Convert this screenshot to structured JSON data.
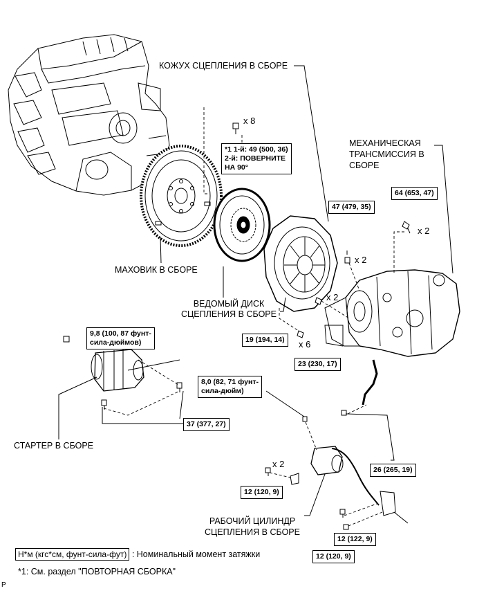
{
  "labels": {
    "clutch_cover": "КОЖУХ СЦЕПЛЕНИЯ В СБОРЕ",
    "transmission_l1": "МЕХАНИЧЕСКАЯ",
    "transmission_l2": "ТРАНСМИССИЯ В",
    "transmission_l3": "СБОРЕ",
    "flywheel": "МАХОВИК В СБОРЕ",
    "clutch_disc_l1": "ВЕДОМЫЙ ДИСК",
    "clutch_disc_l2": "СЦЕПЛЕНИЯ В СБОРЕ",
    "starter": "СТАРТЕР В СБОРЕ",
    "release_cyl_l1": "РАБОЧИЙ ЦИЛИНДР",
    "release_cyl_l2": "СЦЕПЛЕНИЯ В СБОРЕ"
  },
  "torque_specs": {
    "flywheel_bolt_l1": "*1 1-й: 49 (500, 36)",
    "flywheel_bolt_l2": "2-й: ПОВЕРНИТЕ",
    "flywheel_bolt_l3": "НА 90°",
    "t47": "47 (479, 35)",
    "t64": "64 (653, 47)",
    "t19": "19 (194, 14)",
    "t23": "23 (230, 17)",
    "t98_l1": "9,8 (100, 87 фунт-",
    "t98_l2": "сила-дюймов)",
    "t80_l1": "8,0 (82, 71 фунт-",
    "t80_l2": "сила-дюйм)",
    "t37": "37 (377, 27)",
    "t26": "26 (265, 19)",
    "t12a": "12 (120, 9)",
    "t12b": "12 (122, 9)",
    "t12c": "12 (120, 9)"
  },
  "quantities": {
    "flywheel_bolts": "x 8",
    "trans_bolts_top": "x 2",
    "cover_bolts": "x 2",
    "trans_bolts_mid": "x 2",
    "disc_bolts": "x 6",
    "cyl_bolts": "x 2"
  },
  "legend": {
    "unit_box": "Н*м (кгс*см, фунт-сила-фут)",
    "unit_desc": ": Номинальный момент затяжки",
    "note": "*1: См. раздел \"ПОВТОРНАЯ СБОРКА\"",
    "corner": "P"
  }
}
